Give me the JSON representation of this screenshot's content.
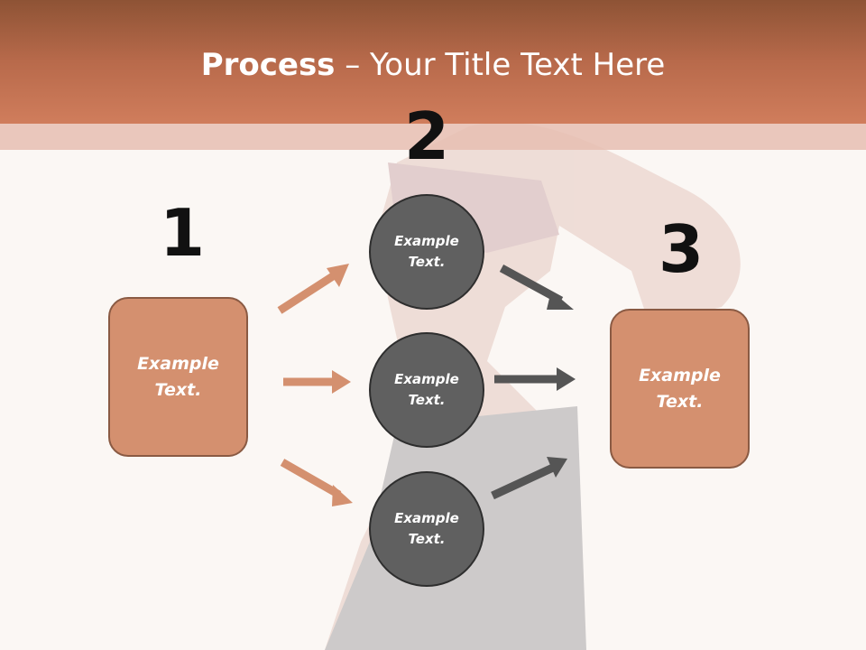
{
  "title": {
    "bold": "Process",
    "rest": " – Your Title Text Here"
  },
  "steps": {
    "one": "1",
    "two": "2",
    "three": "3"
  },
  "left_box": {
    "line1": "Example",
    "line2": "Text."
  },
  "right_box": {
    "line1": "Example",
    "line2": "Text."
  },
  "circles": [
    {
      "line1": "Example",
      "line2": "Text."
    },
    {
      "line1": "Example",
      "line2": "Text."
    },
    {
      "line1": "Example",
      "line2": "Text."
    }
  ],
  "colors": {
    "header": "#c47555",
    "box": "#d4906f",
    "circle": "#606060",
    "arrow_orange": "#d4906f",
    "arrow_gray": "#555555"
  }
}
